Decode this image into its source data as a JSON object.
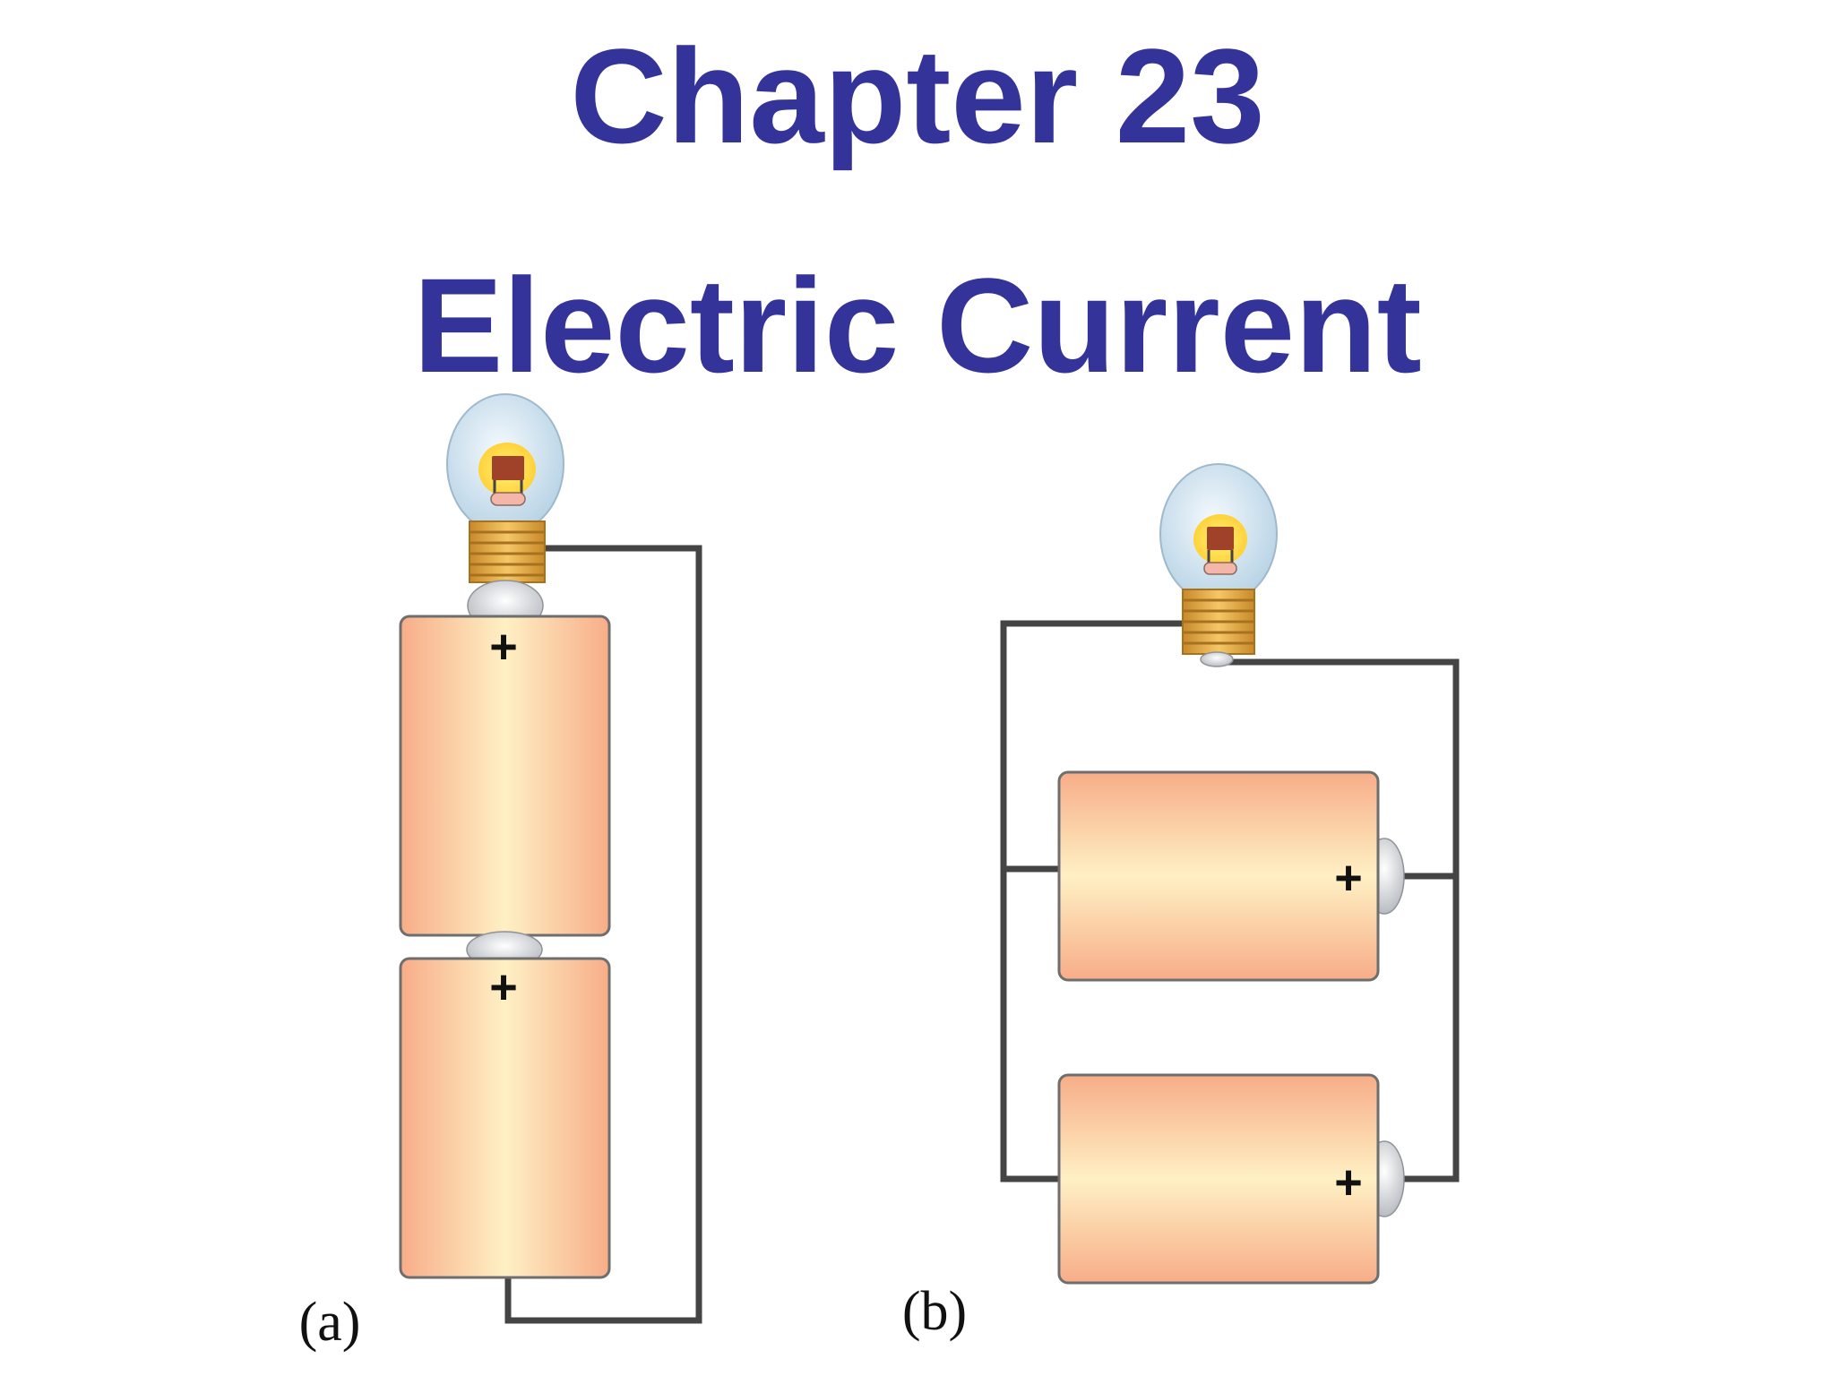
{
  "slide": {
    "title_line1": "Chapter 23",
    "title_line2": "Electric Current"
  },
  "diagram": {
    "panel_a": {
      "label": "(a)",
      "battery_top_sign": "+",
      "battery_bottom_sign": "+"
    },
    "panel_b": {
      "label": "(b)",
      "battery_top_sign": "+",
      "battery_bottom_sign": "+"
    }
  },
  "colors": {
    "title": "#333399",
    "wire": "#444444",
    "battery_edge": "#f7b08a",
    "battery_center": "#fff0c0",
    "bulb_base": "#d9a341"
  }
}
